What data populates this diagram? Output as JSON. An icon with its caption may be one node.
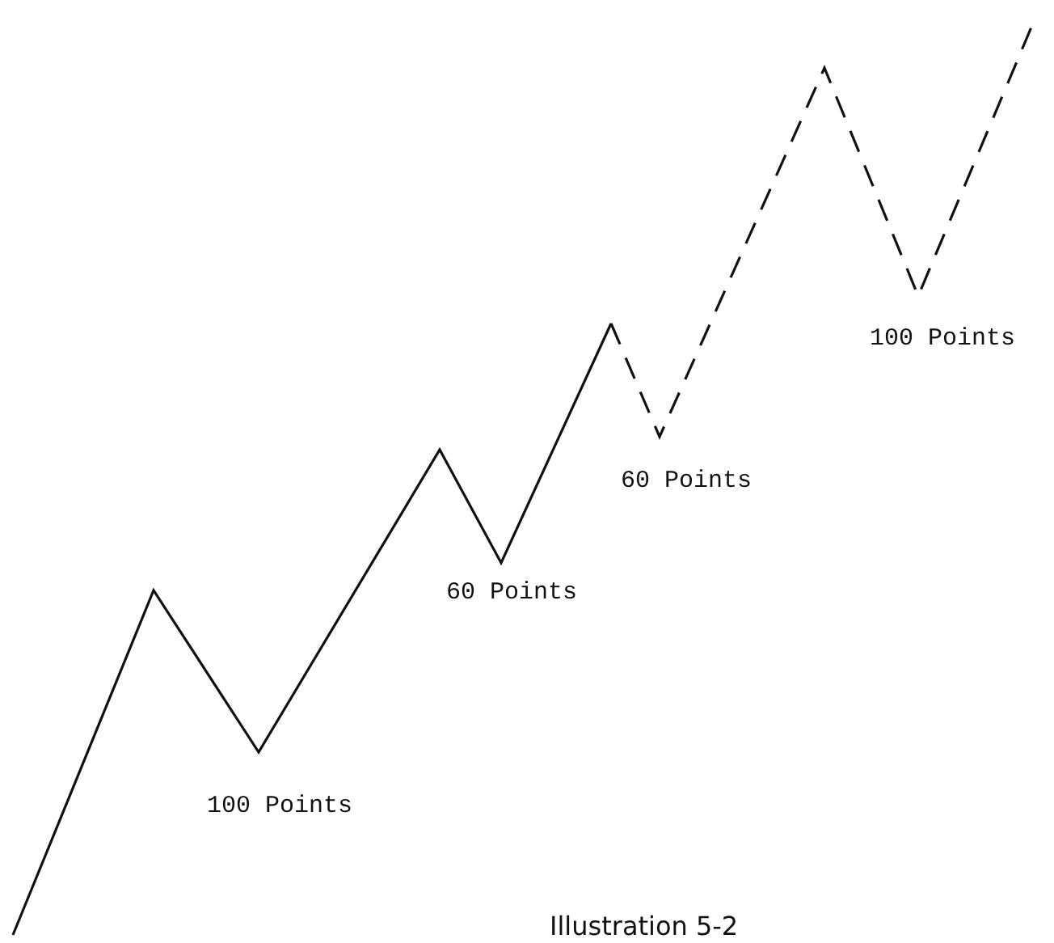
{
  "diagram": {
    "caption": "Illustration 5-2",
    "labels": [
      "100 Points",
      "60 Points",
      "60 Points",
      "100 Points"
    ]
  }
}
